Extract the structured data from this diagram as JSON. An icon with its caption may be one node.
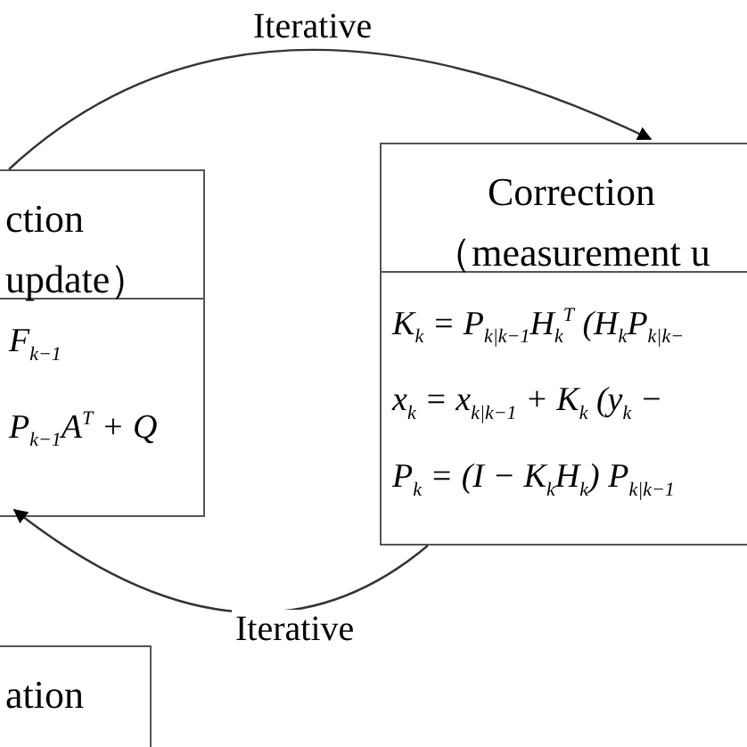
{
  "diagram": {
    "nodes": [
      {
        "text": [
          "ction update）",
          "F$_{k−1}$",
          "P$_{k−1}$A$^{T}$ + Q"
        ]
      },
      {
        "text": [
          "Correction （measurement u",
          "K$_{k}$ = P$_{k|k−1}$H$_{k}$$^{T}$ (H$_{k}$P$_{k|k−}$",
          "x$_{k}$ = x$_{k|k−1}$ + K$_{k}$ (y$_{k}$ −",
          "P$_{k}$ = (I − K$_{k}$H$_{k}$) P$_{k|k−1}$"
        ]
      },
      {
        "text": [
          "ation"
        ]
      }
    ],
    "edges": [
      {
        "from": 0,
        "to": 1,
        "arrow": "to",
        "label": "Iterative"
      },
      {
        "from": 1,
        "to": 0,
        "arrow": "to",
        "label": "Iterative"
      }
    ]
  }
}
